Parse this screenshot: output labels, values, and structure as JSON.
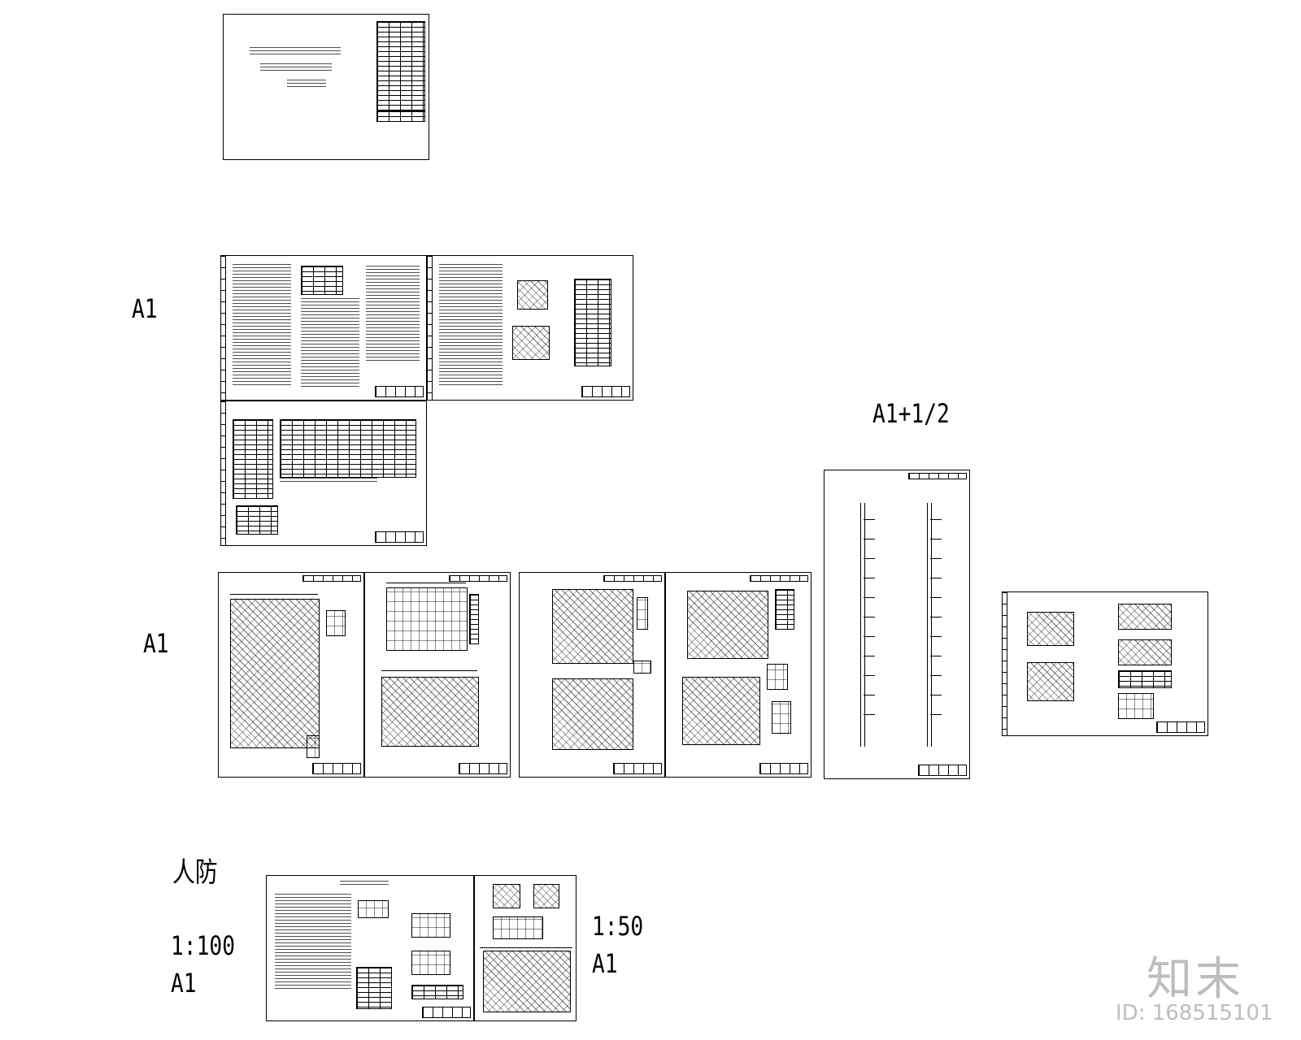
{
  "labels": {
    "a1_first": "A1",
    "a1_second": "A1",
    "a1_half": "A1+1/2",
    "civil_defense": "人防",
    "scale_100": "1:100",
    "a1_third": "A1",
    "scale_50": "1:50",
    "a1_fourth": "A1"
  },
  "watermark": {
    "logo": "知末",
    "id": "ID: 168515101"
  }
}
